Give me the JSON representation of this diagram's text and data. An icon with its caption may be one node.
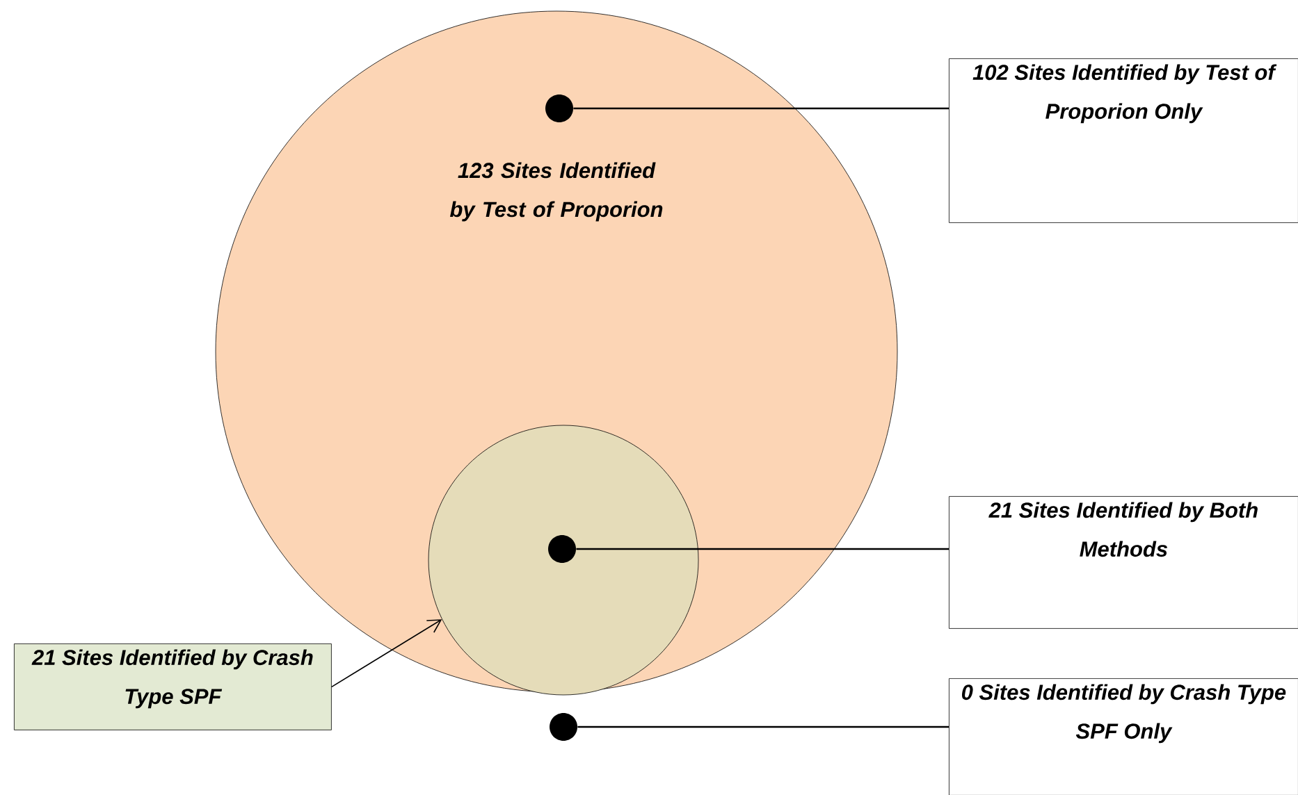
{
  "diagram": {
    "nodes": [
      {
        "text": [
          "123 Sites Identified by Test of Proporion"
        ]
      },
      {
        "text": [],
        "shape": "circle",
        "in": 0
      },
      {
        "text": [
          "102 Sites Identified by Test of Proporion Only"
        ]
      },
      {
        "text": [],
        "shape": "circle",
        "in": 0
      },
      {
        "text": [],
        "shape": "circle",
        "in": 3
      },
      {
        "text": [
          "21 Sites Identified by Both Methods"
        ]
      },
      {
        "text": [
          "21 Sites Identified by Crash Type SPF"
        ]
      },
      {
        "text": [],
        "shape": "circle"
      },
      {
        "text": [
          "0 Sites Identified by Crash Type SPF Only"
        ]
      }
    ],
    "edges": [
      {
        "from": 1,
        "to": 2,
        "arrow": "none"
      },
      {
        "from": 4,
        "to": 5,
        "arrow": "none"
      },
      {
        "from": 6,
        "to": 3,
        "arrow": "to"
      },
      {
        "from": 7,
        "to": 8,
        "arrow": "none"
      }
    ]
  }
}
